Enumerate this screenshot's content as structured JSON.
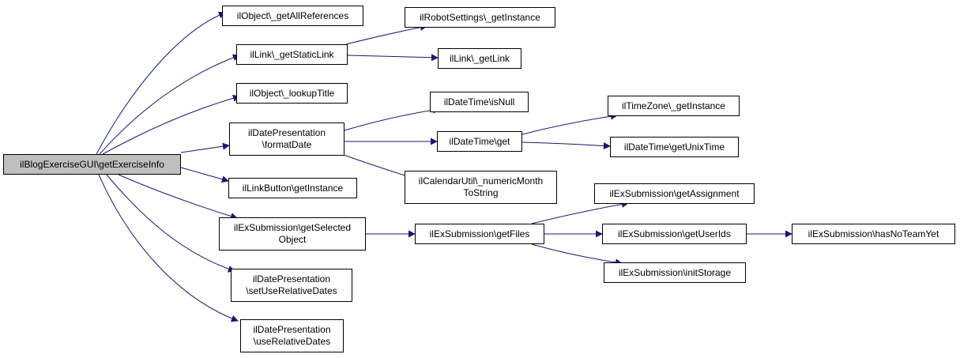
{
  "colors": {
    "edge": "#191970",
    "border": "#000000",
    "root_fill": "#bfbfbf",
    "node_fill": "#ffffff"
  },
  "nodes": {
    "root": {
      "lines": [
        "ilBlogExerciseGUI\\getExerciseInfo"
      ]
    },
    "getAllReferences": {
      "lines": [
        "ilObject\\_getAllReferences"
      ]
    },
    "getStaticLink": {
      "lines": [
        "ilLink\\_getStaticLink"
      ]
    },
    "lookupTitle": {
      "lines": [
        "ilObject\\_lookupTitle"
      ]
    },
    "formatDate": {
      "lines": [
        "ilDatePresentation",
        "\\formatDate"
      ]
    },
    "linkButtonGetInstance": {
      "lines": [
        "ilLinkButton\\getInstance"
      ]
    },
    "getSelectedObject": {
      "lines": [
        "ilExSubmission\\getSelected",
        "Object"
      ]
    },
    "setUseRelativeDates": {
      "lines": [
        "ilDatePresentation",
        "\\setUseRelativeDates"
      ]
    },
    "useRelativeDates": {
      "lines": [
        "ilDatePresentation",
        "\\useRelativeDates"
      ]
    },
    "robotGetInstance": {
      "lines": [
        "ilRobotSettings\\_getInstance"
      ]
    },
    "getLink": {
      "lines": [
        "ilLink\\_getLink"
      ]
    },
    "isNull": {
      "lines": [
        "ilDateTime\\isNull"
      ]
    },
    "dateTimeGet": {
      "lines": [
        "ilDateTime\\get"
      ]
    },
    "numericMonth": {
      "lines": [
        "ilCalendarUtil\\_numericMonth",
        "ToString"
      ]
    },
    "getFiles": {
      "lines": [
        "ilExSubmission\\getFiles"
      ]
    },
    "timeZoneGetInstance": {
      "lines": [
        "ilTimeZone\\_getInstance"
      ]
    },
    "getUnixTime": {
      "lines": [
        "ilDateTime\\getUnixTime"
      ]
    },
    "getAssignment": {
      "lines": [
        "ilExSubmission\\getAssignment"
      ]
    },
    "getUserIds": {
      "lines": [
        "ilExSubmission\\getUserIds"
      ]
    },
    "initStorage": {
      "lines": [
        "ilExSubmission\\initStorage"
      ]
    },
    "hasNoTeamYet": {
      "lines": [
        "ilExSubmission\\hasNoTeamYet"
      ]
    }
  }
}
